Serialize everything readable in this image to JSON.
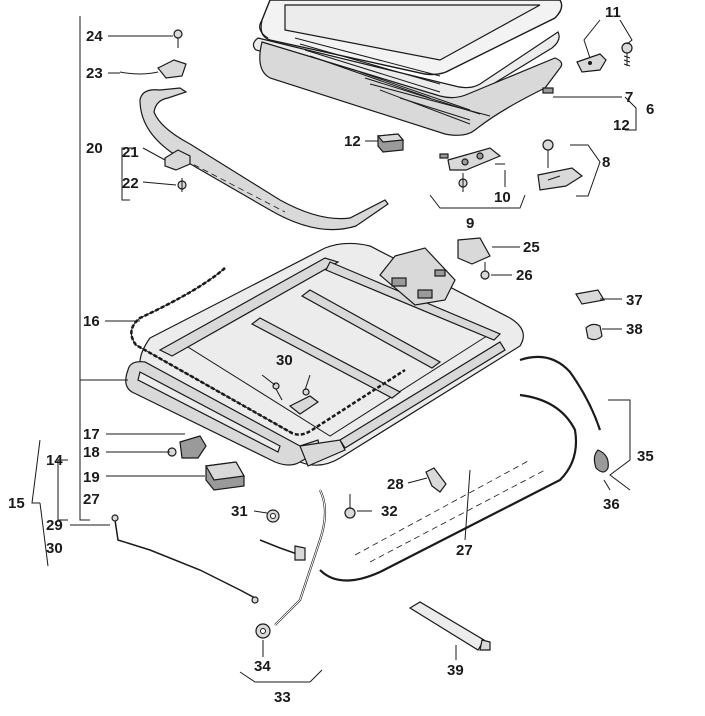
{
  "diagram": {
    "part_numbers": {
      "p24": "24",
      "p23": "23",
      "p20": "20",
      "p21": "21",
      "p22": "22",
      "p11": "11",
      "p7": "7",
      "p6": "6",
      "p12a": "12",
      "p12b": "12",
      "p8": "8",
      "p9": "9",
      "p10": "10",
      "p25": "25",
      "p26": "26",
      "p16": "16",
      "p37": "37",
      "p38": "38",
      "p30a": "30",
      "p17": "17",
      "p18": "18",
      "p14": "14",
      "p19": "19",
      "p15": "15",
      "p27a": "27",
      "p29": "29",
      "p30b": "30",
      "p35": "35",
      "p36": "36",
      "p28": "28",
      "p31": "31",
      "p32": "32",
      "p27b": "27",
      "p34": "34",
      "p33": "33",
      "p39": "39"
    }
  }
}
